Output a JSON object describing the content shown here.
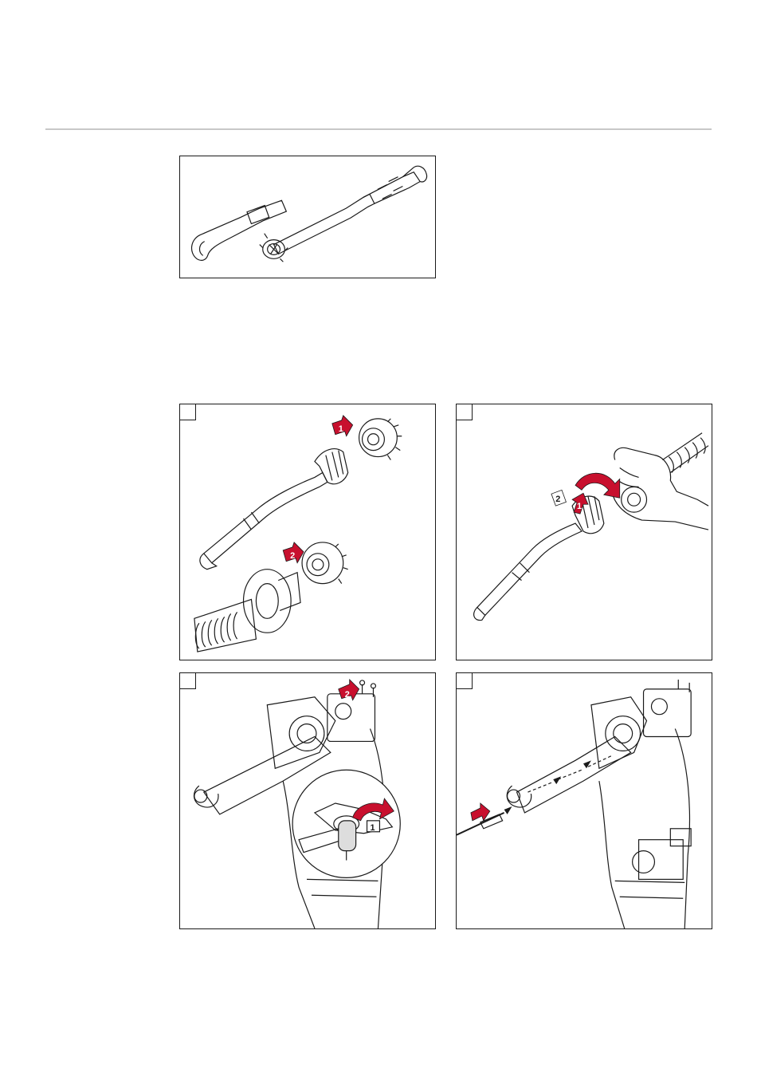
{
  "figures": {
    "tools": {},
    "step1": {
      "step_label": "",
      "arrow1": "1",
      "arrow2": "2"
    },
    "step2": {
      "step_label": "",
      "arrow1": "1",
      "arrow2": "2"
    },
    "step3": {
      "step_label": "",
      "arrow1": "1",
      "arrow2": "2"
    },
    "step4": {
      "step_label": ""
    }
  },
  "colors": {
    "accent": "#c8102e",
    "line": "#1a1a1a",
    "divider": "#c8c8c8"
  },
  "icons": [
    "hook-wrench-icon",
    "torch-neck-icon",
    "robot-arm-icon",
    "insertion-arrow-icon"
  ]
}
